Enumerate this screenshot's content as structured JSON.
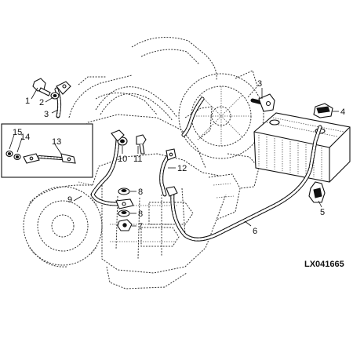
{
  "figure": {
    "id": "LX041665",
    "callouts": [
      {
        "key": "c1",
        "label": "1"
      },
      {
        "key": "c2",
        "label": "2"
      },
      {
        "key": "c3a",
        "label": "3"
      },
      {
        "key": "c3b",
        "label": "3"
      },
      {
        "key": "c4",
        "label": "4"
      },
      {
        "key": "c5",
        "label": "5"
      },
      {
        "key": "c6",
        "label": "6"
      },
      {
        "key": "c7",
        "label": "7"
      },
      {
        "key": "c8a",
        "label": "8"
      },
      {
        "key": "c8b",
        "label": "8"
      },
      {
        "key": "c9",
        "label": "9"
      },
      {
        "key": "c10",
        "label": "10"
      },
      {
        "key": "c11",
        "label": "11"
      },
      {
        "key": "c12",
        "label": "12"
      },
      {
        "key": "c13",
        "label": "13"
      },
      {
        "key": "c14",
        "label": "14"
      },
      {
        "key": "c15",
        "label": "15"
      }
    ]
  }
}
